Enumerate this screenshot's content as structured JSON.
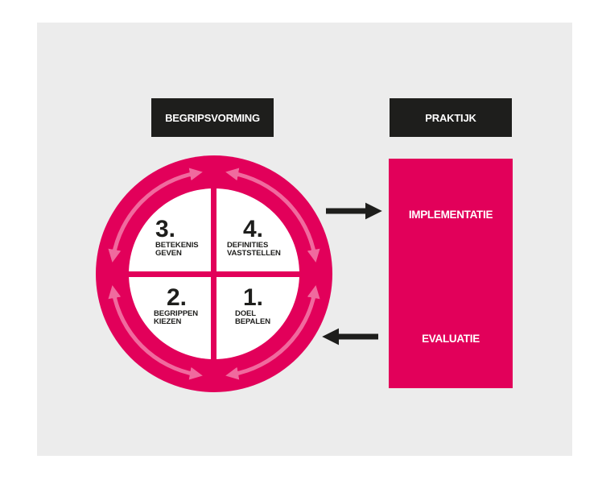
{
  "colors": {
    "accent": "#e2005a",
    "arc": "#f06a9e",
    "dark": "#1e1e1c",
    "background": "#ececec"
  },
  "headers": {
    "left": "BEGRIPSVORMING",
    "right": "PRAKTIJK"
  },
  "cycle": [
    {
      "num": "1.",
      "line1": "DOEL",
      "line2": "BEPALEN"
    },
    {
      "num": "2.",
      "line1": "BEGRIPPEN",
      "line2": "KIEZEN"
    },
    {
      "num": "3.",
      "line1": "BETEKENIS",
      "line2": "GEVEN"
    },
    {
      "num": "4.",
      "line1": "DEFINITIES",
      "line2": "VASTSTELLEN"
    }
  ],
  "praktijk": {
    "top": "IMPLEMENTATIE",
    "bottom": "EVALUATIE"
  }
}
